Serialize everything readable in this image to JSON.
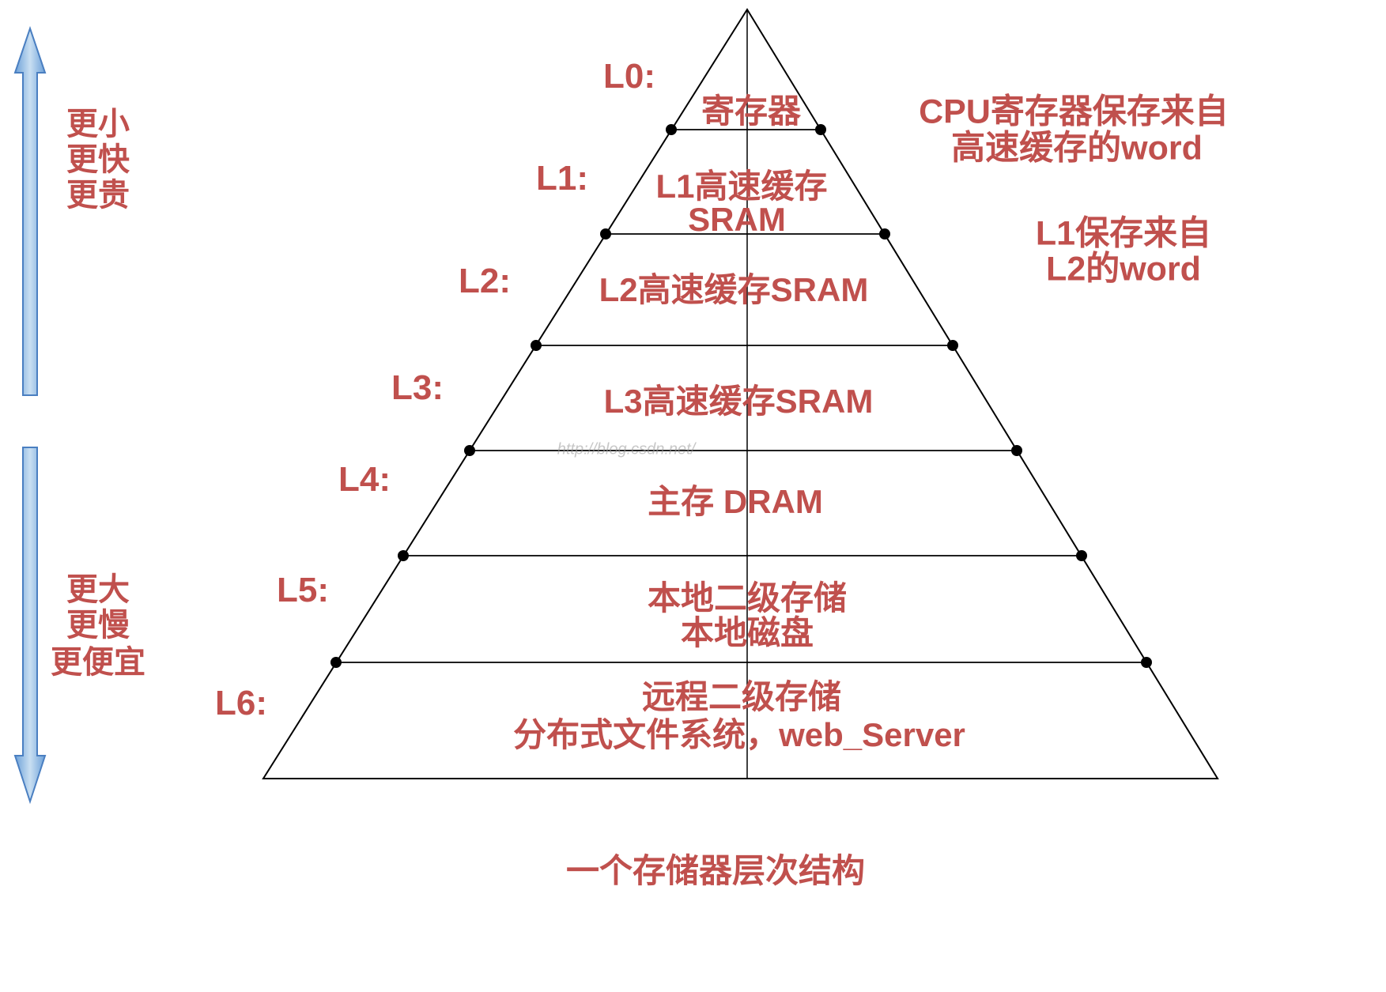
{
  "caption": "一个存储器层次结构",
  "watermark": "http://blog.csdn.net/",
  "axis_labels": {
    "top": [
      "更小",
      "更快",
      "更贵"
    ],
    "bottom": [
      "更大",
      "更慢",
      "更便宜"
    ]
  },
  "annotations": {
    "cpu_line1": "CPU寄存器保存来自",
    "cpu_line2": "高速缓存的word",
    "l1_line1": "L1保存来自",
    "l1_line2": "L2的word"
  },
  "levels": [
    {
      "id": "L0:",
      "lines": [
        "寄存器"
      ]
    },
    {
      "id": "L1:",
      "lines": [
        "L1高速缓存",
        "SRAM"
      ]
    },
    {
      "id": "L2:",
      "lines": [
        "L2高速缓存SRAM"
      ]
    },
    {
      "id": "L3:",
      "lines": [
        "L3高速缓存SRAM"
      ]
    },
    {
      "id": "L4:",
      "lines": [
        "主存 DRAM"
      ]
    },
    {
      "id": "L5:",
      "lines": [
        "本地二级存储",
        "本地磁盘"
      ]
    },
    {
      "id": "L6:",
      "lines": [
        "远程二级存储",
        "分布式文件系统，web_Server"
      ]
    }
  ],
  "colors": {
    "text_red": "#c0504d",
    "arrow_fill_edge": "#6ca0d8",
    "arrow_fill_center": "#c9dff2",
    "arrow_stroke": "#4a7fc1",
    "line_black": "#000000"
  }
}
